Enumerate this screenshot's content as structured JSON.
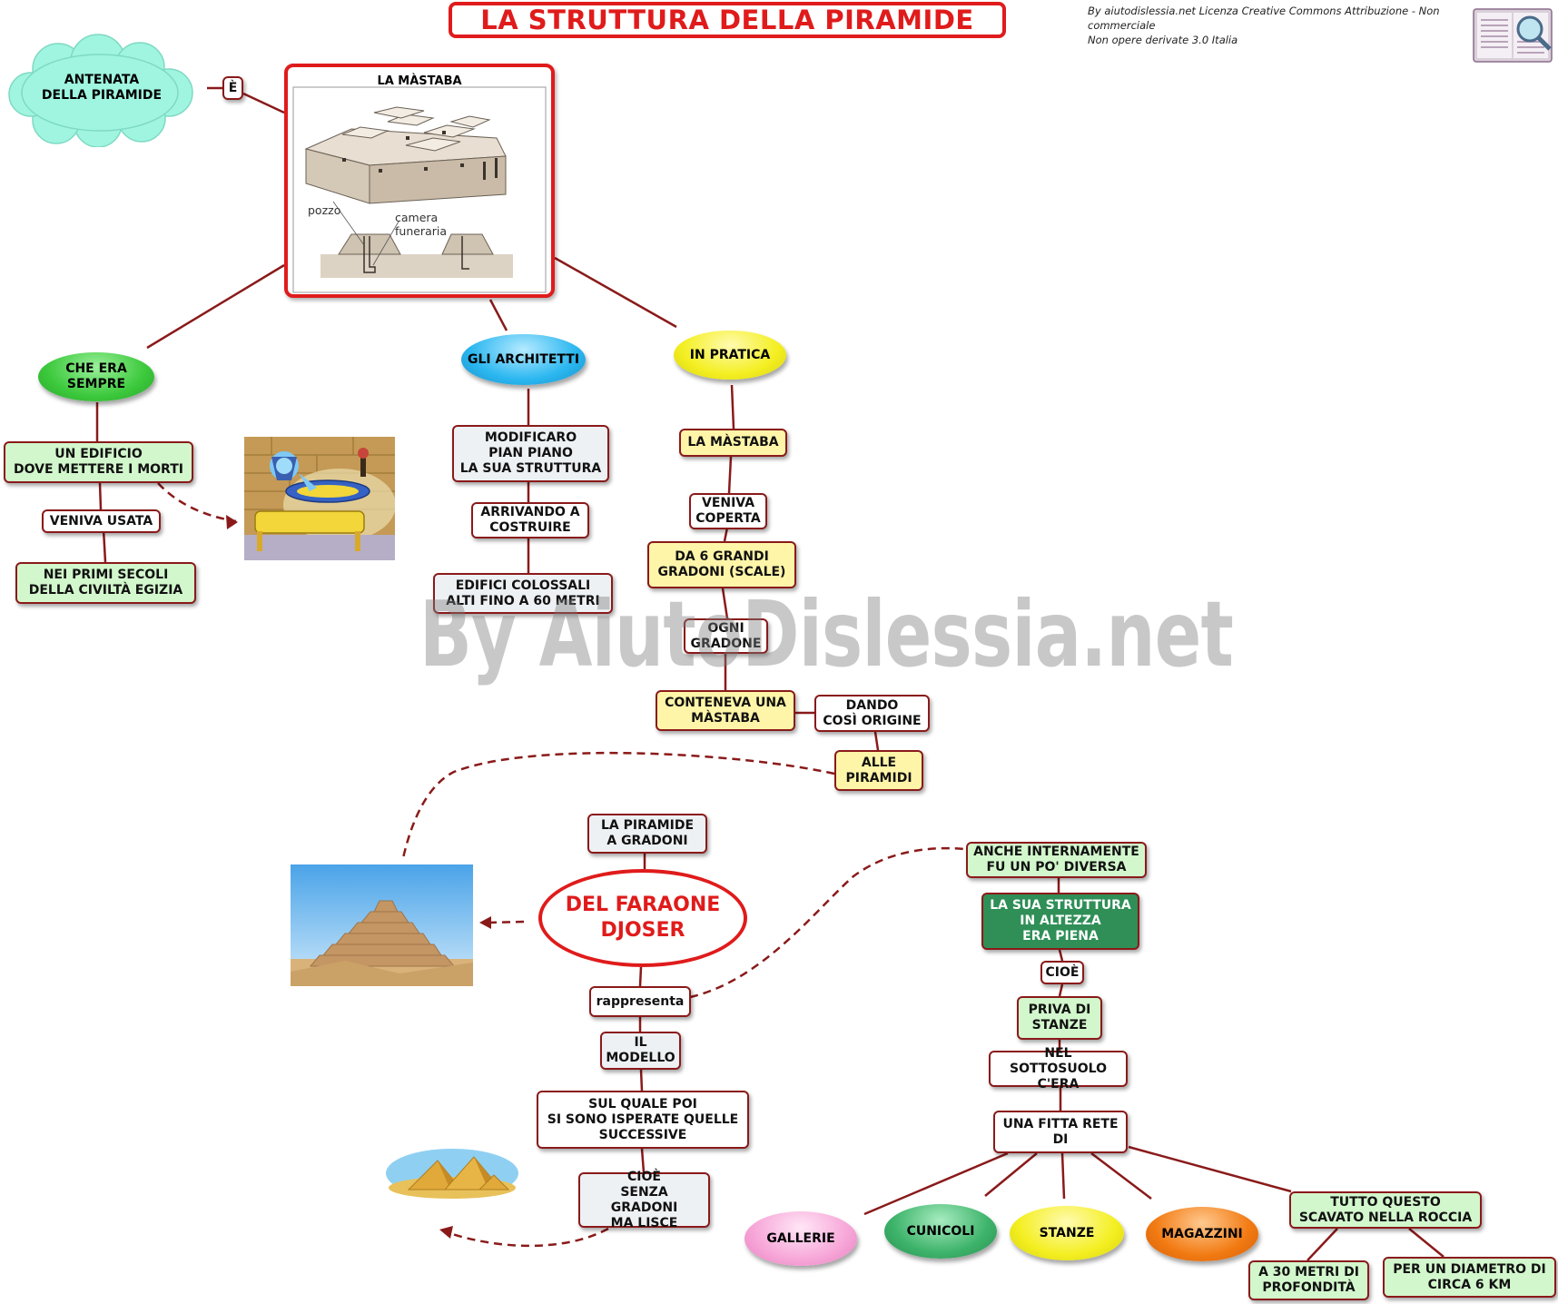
{
  "title": "LA STRUTTURA DELLA PIRAMIDE",
  "credit": "By aiutodislessia.net Licenza Creative Commons Attribuzione - Non commerciale\nNon opere derivate 3.0 Italia",
  "watermark": "By AiutoDislessia.net",
  "mastaba": {
    "label": "LA MÀSTABA",
    "pozzo": "pozzo",
    "camera": "camera\nfuneraria"
  },
  "nodes": {
    "antenata": "ANTENATA\nDELLA PIRAMIDE",
    "e": "È",
    "che_era": "CHE ERA\nSEMPRE",
    "edificio": "UN EDIFICIO\nDOVE METTERE I MORTI",
    "veniva_usata": "VENIVA USATA",
    "primi_secoli": "NEI PRIMI SECOLI\nDELLA CIVILTÀ EGIZIA",
    "architetti": "GLI ARCHITETTI",
    "modificaro": "MODIFICARO\nPIAN PIANO\nLA SUA STRUTTURA",
    "arrivando": "ARRIVANDO A\nCOSTRUIRE",
    "colossali": "EDIFICI COLOSSALI\nALTI FINO A 60 METRI",
    "in_pratica": "IN PRATICA",
    "la_mastaba": "LA MÀSTABA",
    "veniva_coperta": "VENIVA\nCOPERTA",
    "gradoni": "DA 6 GRANDI\nGRADONI (SCALE)",
    "ogni_gradone": "OGNI\nGRADONE",
    "conteneva": "CONTENEVA UNA\nMÀSTABA",
    "dando": "DANDO\nCOSÌ ORIGINE",
    "alle_piramidi": "ALLE\nPIRAMIDI",
    "piramide_gradoni": "LA  PIRAMIDE\nA GRADONI",
    "djoser": "DEL FARAONE\nDJOSER",
    "rappresenta": "rappresenta",
    "il_modello": "IL\nMODELLO",
    "sul_quale": "SUL QUALE POI\nSI SONO ISPERATE QUELLE\nSUCCESSIVE",
    "cioe_lisce": "CIOÈ\nSENZA GRADONI\nMA LISCE",
    "anche_internamente": "ANCHE INTERNAMENTE\nFU UN PO' DIVERSA",
    "sua_struttura": "LA SUA STRUTTURA\nIN ALTEZZA\nERA PIENA",
    "cioe2": "CIOÈ",
    "priva": "PRIVA DI\nSTANZE",
    "sottosuolo": "NEL SOTTOSUOLO\nC'ERA",
    "fitta_rete": "UNA FITTA RETE\nDI",
    "gallerie": "GALLERIE",
    "cunicoli": "CUNICOLI",
    "stanze": "STANZE",
    "magazzini": "MAGAZZINI",
    "tutto_questo": "TUTTO QUESTO\nSCAVATO NELLA ROCCIA",
    "profondita": "A 30 METRI DI\nPROFONDITÀ",
    "diametro": "PER UN DIAMETRO DI\nCIRCA 6 KM"
  },
  "colors": {
    "title_red": "#e01b1b",
    "line_dark_red": "#8a1a1a",
    "cloud": "#9ff5e0",
    "oval_green": "#3cc93c",
    "oval_blue": "#2bb7f0",
    "oval_yellow": "#f4ef22",
    "oval_pink": "#f7a6d8",
    "oval_emerald": "#3db36a",
    "oval_orange": "#f27a12"
  }
}
